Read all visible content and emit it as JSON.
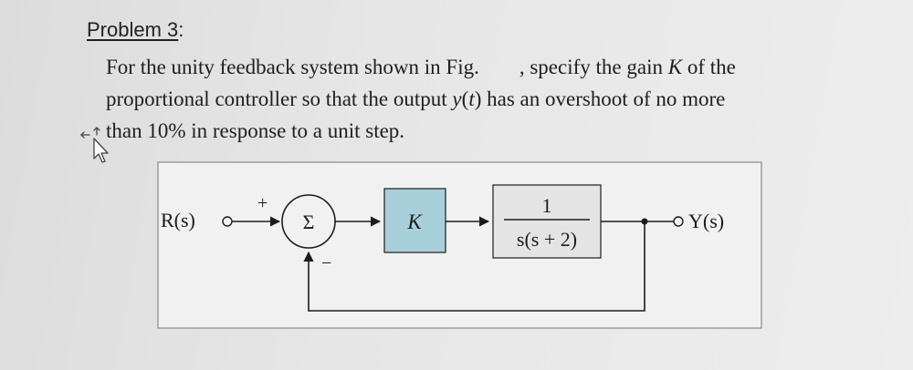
{
  "heading": {
    "label": "Problem 3",
    "suffix": ":"
  },
  "problem": {
    "line1_a": "For the unity feedback system shown in Fig.",
    "line1_b": ", specify the gain ",
    "line1_k": "K",
    "line1_c": " of the",
    "line2_a": "proportional controller so that the output ",
    "line2_y": "y",
    "line2_t": "t",
    "line2_b": " has an overshoot of no more",
    "line3": "than 10% in response to a unit step."
  },
  "diagram": {
    "input": "R(s)",
    "output": "Y(s)",
    "summer": "Σ",
    "plus": "+",
    "minus": "−",
    "controller": "K",
    "plant_num": "1",
    "plant_den": "s(s + 2)"
  },
  "colors": {
    "controller_fill": "#a8d0da",
    "plant_fill": "#e4e4e4",
    "line": "#1c1c1c"
  },
  "icons": {
    "cursor": "move-cursor-icon"
  }
}
